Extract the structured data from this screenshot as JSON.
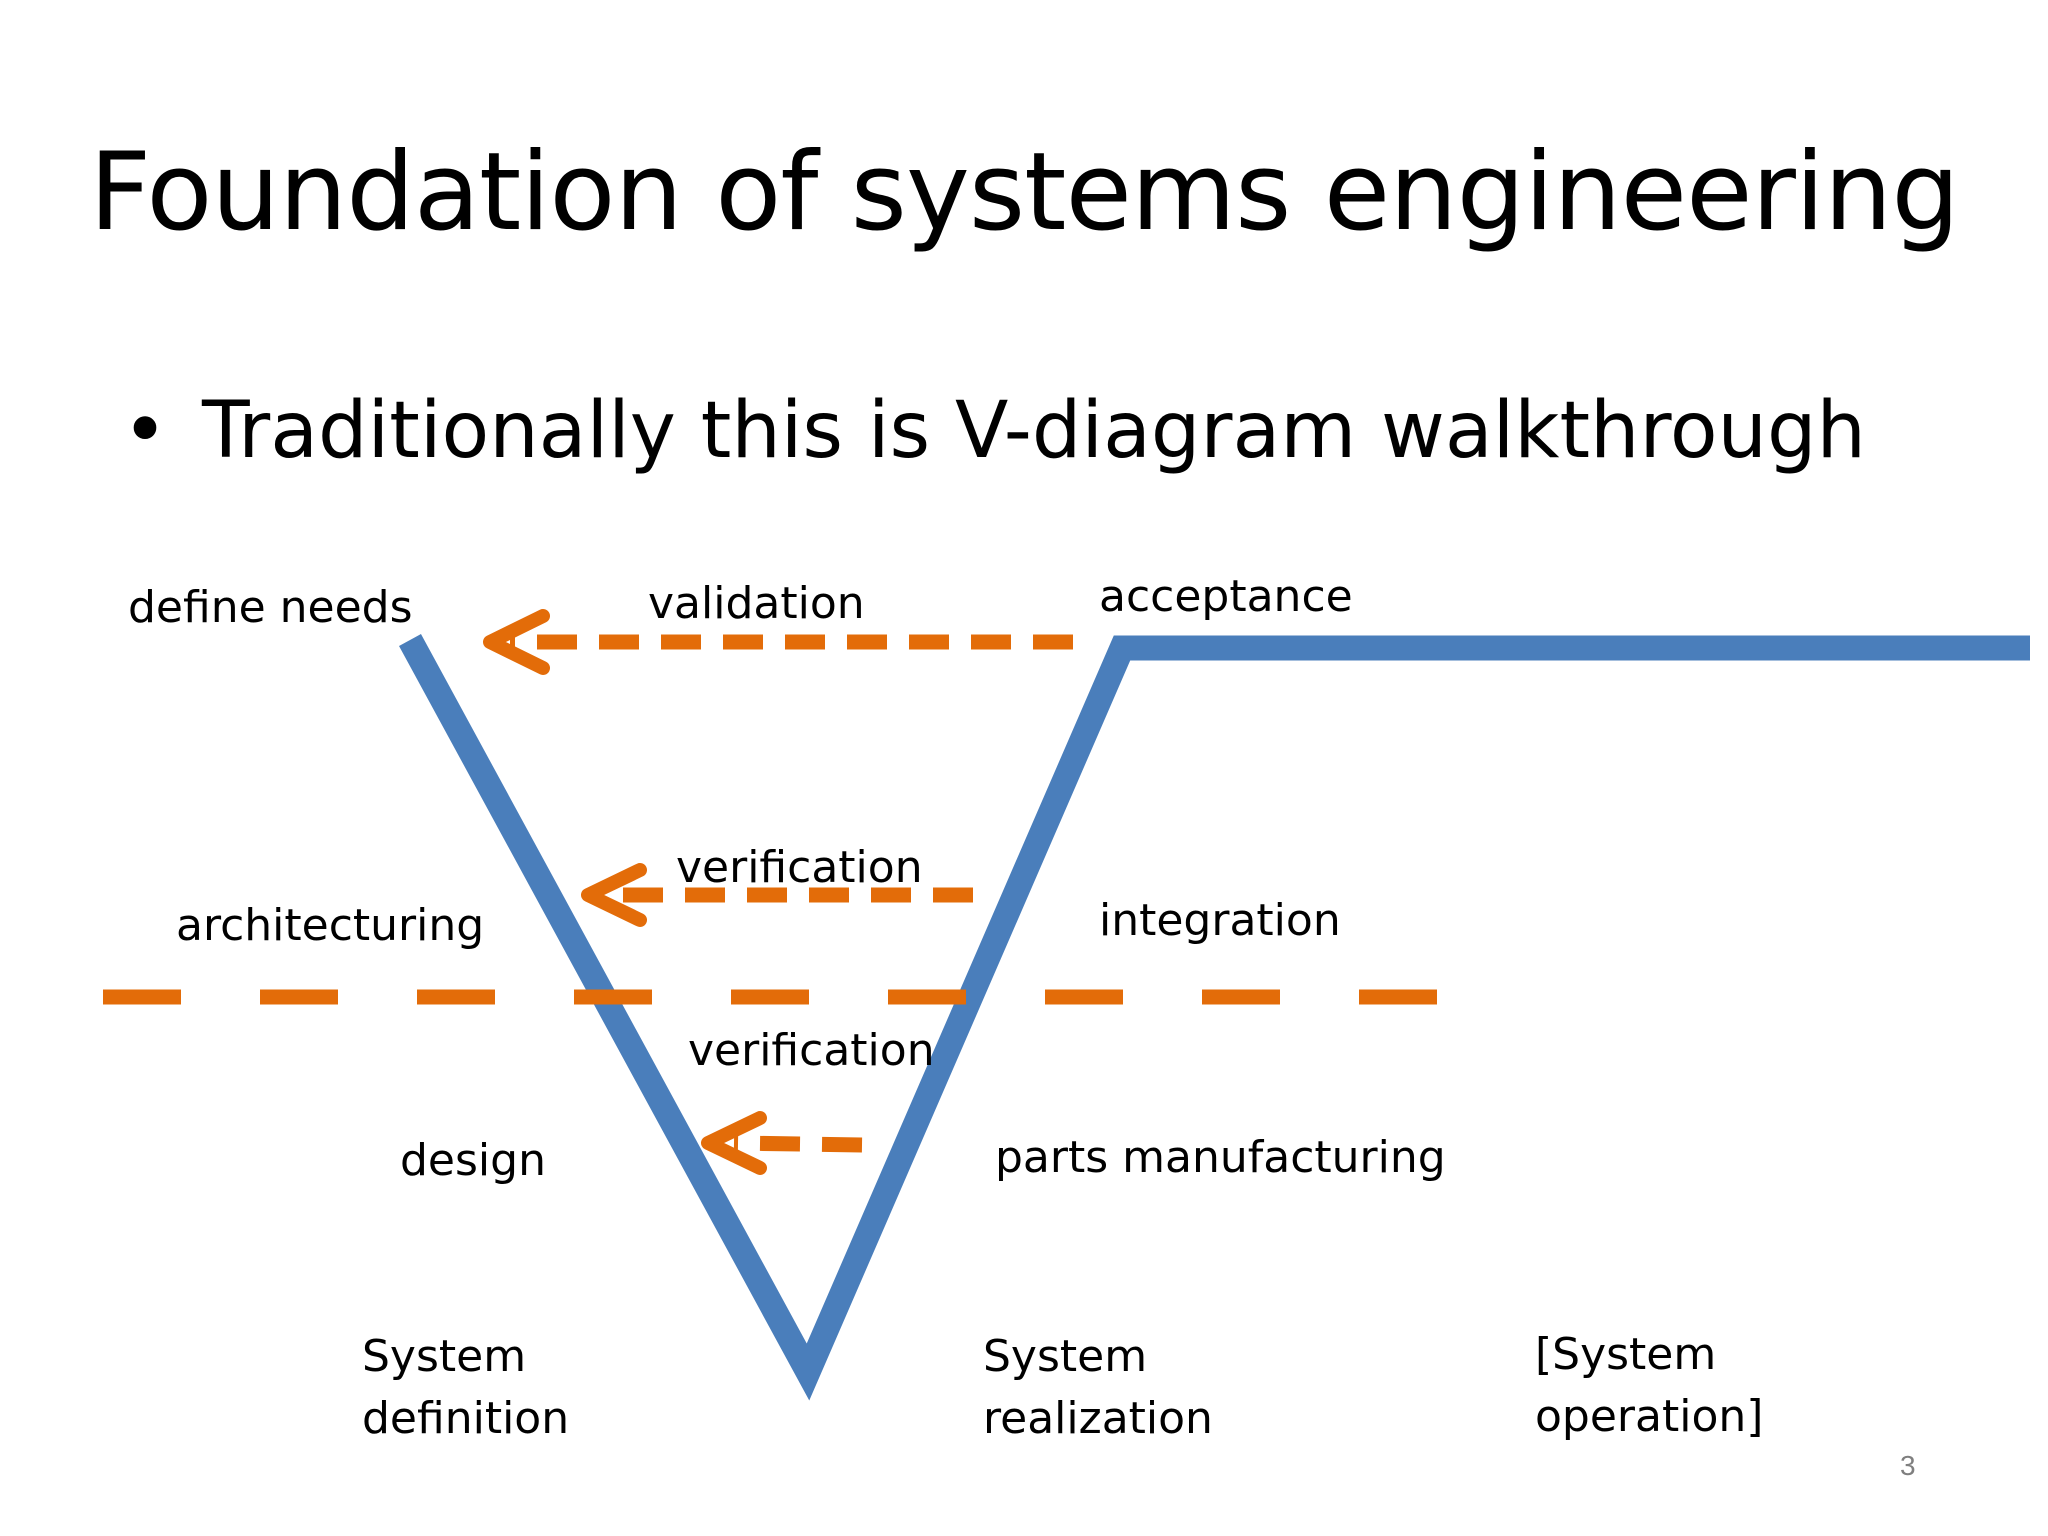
{
  "slide": {
    "title": "Foundation of systems engineering",
    "bullet": "Traditionally this is V-diagram walkthrough",
    "bullet_symbol": "•",
    "page_number": "3"
  },
  "diagram": {
    "colors": {
      "v_line": "#4a7ebb",
      "arrows": "#e36c09"
    },
    "labels": {
      "define_needs": "define needs",
      "validation": "validation",
      "acceptance": "acceptance",
      "verification_upper": "verification",
      "architecturing": "architecturing",
      "integration": "integration",
      "verification_lower": "verification",
      "design": "design",
      "parts_manufacturing": "parts manufacturing"
    },
    "phases": {
      "system_definition": [
        "System",
        "definition"
      ],
      "system_realization": [
        "System",
        "realization"
      ],
      "system_operation": [
        "[System",
        "operation]"
      ]
    }
  }
}
